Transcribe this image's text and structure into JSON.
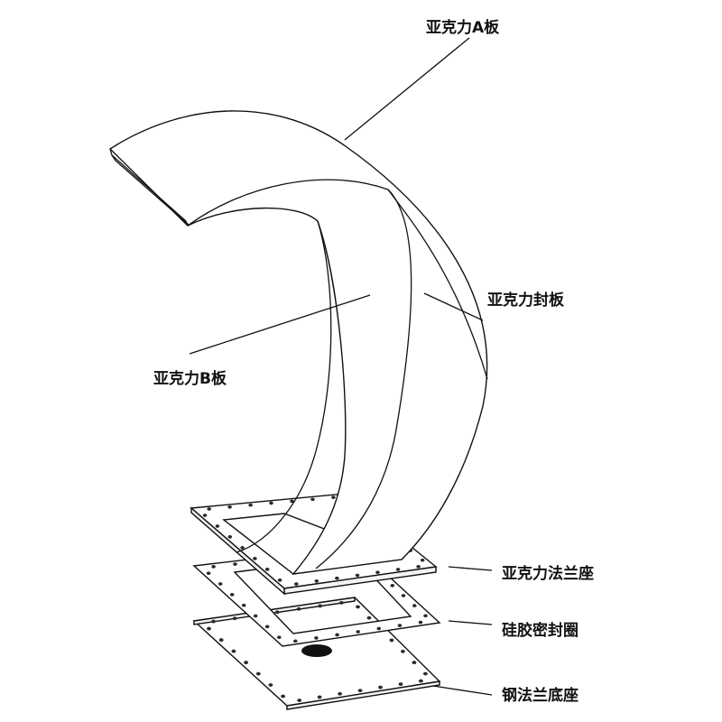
{
  "diagram": {
    "labels": {
      "acrylic_a": "亚克力A板",
      "acrylic_seal": "亚克力封板",
      "acrylic_b": "亚克力B板",
      "acrylic_flange": "亚克力法兰座",
      "silicone_seal": "硅胶密封圈",
      "steel_flange": "钢法兰底座"
    }
  }
}
